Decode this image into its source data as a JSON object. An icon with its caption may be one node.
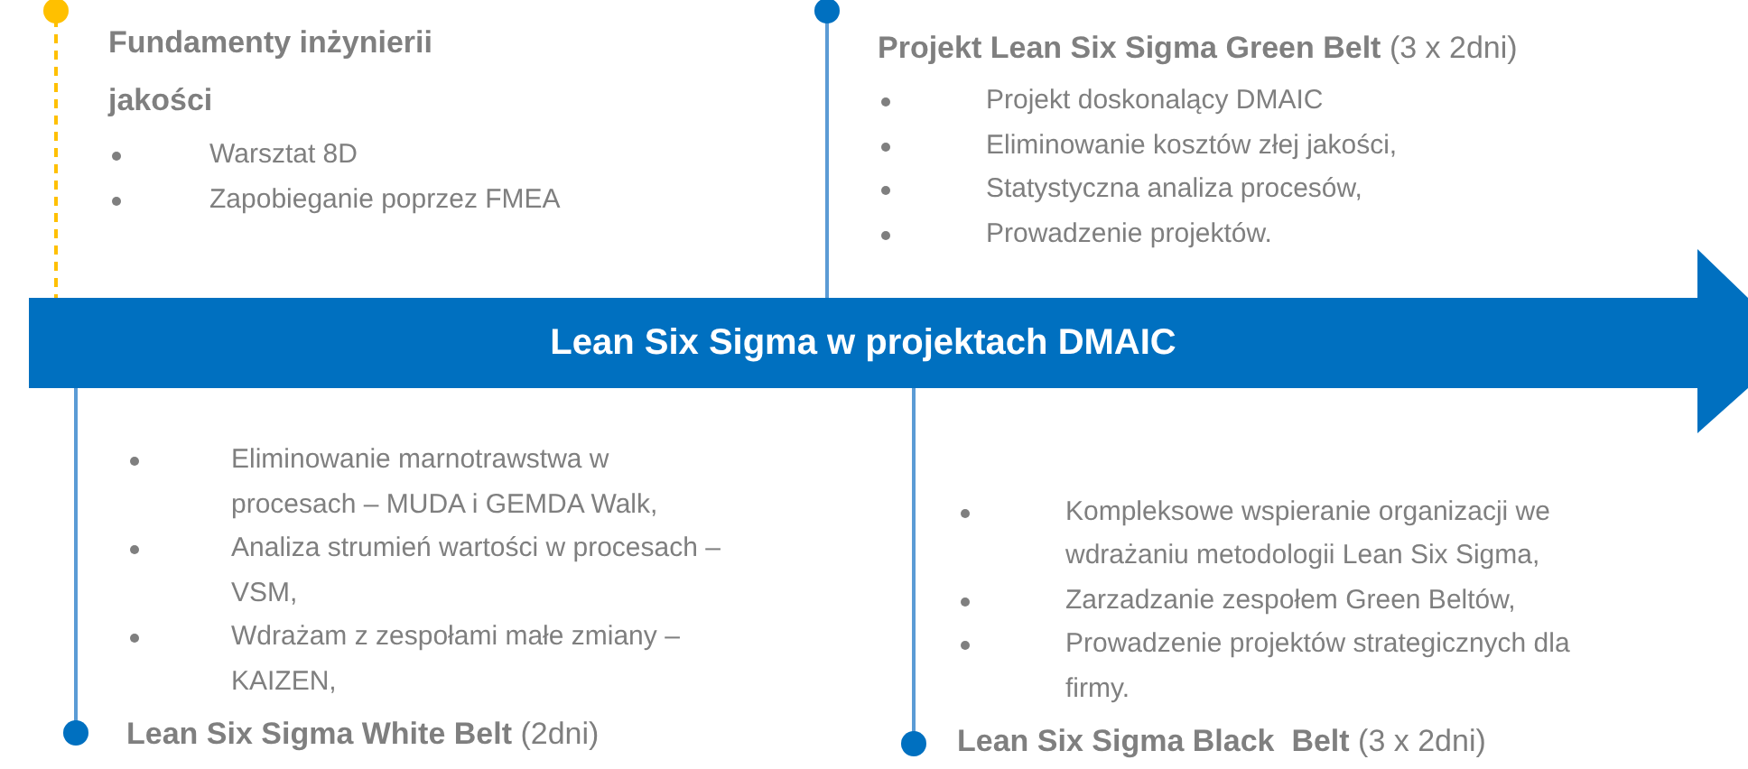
{
  "diagram": {
    "nodes": [
      {
        "text": [
          "Fundamenty inżynierii jakości",
          "Warsztat 8D",
          "Zapobieganie poprzez FMEA"
        ]
      },
      {
        "text": [
          "**Projekt Lean Six Sigma Green Belt** (3 x 2dni)",
          "Projekt doskonalący DMAIC",
          "Eliminowanie kosztów złej jakości,",
          "Statystyczna analiza procesów,",
          "Prowadzenie projektów."
        ]
      },
      {
        "text": [
          "Lean Six Sigma w projektach DMAIC"
        ]
      },
      {
        "text": [
          "Eliminowanie marnotrawstwa w procesach – MUDA i GEMDA Walk,",
          "Analiza strumień wartości w procesach – VSM,",
          "Wdrażam z zespołami małe zmiany – KAIZEN,",
          "**Lean Six Sigma White Belt** (2dni)"
        ]
      },
      {
        "text": [
          "Kompleksowe wspieranie organizacji we wdrażaniu metodologii Lean Six Sigma,",
          "Zarzadzanie zespołem Green Beltów,",
          "Prowadzenie projektów strategicznych dla firmy.",
          "**Lean Six Sigma Black  Belt** (3 x 2dni)"
        ]
      }
    ],
    "edges": [
      {
        "from": 0,
        "to": 2,
        "arrow": "none",
        "style": "dashed",
        "color": "#ffc000"
      },
      {
        "from": 1,
        "to": 2,
        "arrow": "none"
      },
      {
        "from": 3,
        "to": 2,
        "arrow": "none"
      },
      {
        "from": 4,
        "to": 2,
        "arrow": "none"
      }
    ]
  }
}
